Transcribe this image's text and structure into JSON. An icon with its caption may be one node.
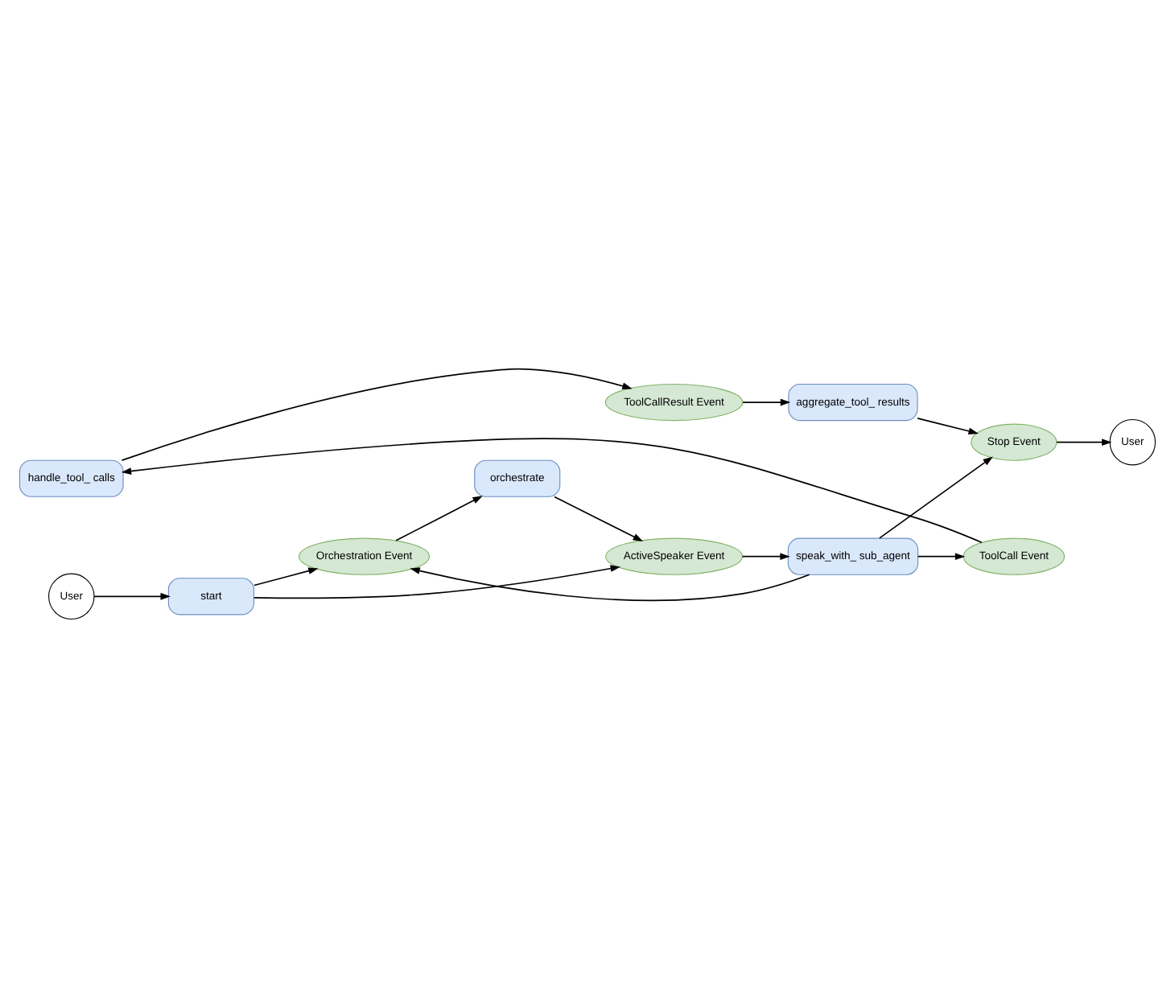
{
  "diagram": {
    "nodes": [
      {
        "text": [
          "Orchestration Event"
        ]
      },
      {
        "text": [
          "orchestrate"
        ]
      },
      {
        "text": [
          "User"
        ]
      },
      {
        "text": [
          "start"
        ]
      },
      {
        "text": [
          "ActiveSpeaker Event"
        ]
      },
      {
        "text": [
          "speak_with_ sub_agent"
        ]
      },
      {
        "text": [
          "ToolCallResult Event"
        ]
      },
      {
        "text": [
          "handle_tool_ calls"
        ]
      },
      {
        "text": [
          "ToolCall Event"
        ]
      },
      {
        "text": [
          "aggregate_tool_ results"
        ]
      },
      {
        "text": [
          "Stop Event"
        ]
      },
      {
        "text": [
          "User"
        ]
      }
    ],
    "edges": [
      {
        "from": 2,
        "to": 3,
        "arrow": "to"
      },
      {
        "from": 3,
        "to": 0,
        "arrow": "to"
      },
      {
        "from": 0,
        "to": 1,
        "arrow": "to"
      },
      {
        "from": 3,
        "to": 4,
        "arrow": "to"
      },
      {
        "from": 1,
        "to": 4,
        "arrow": "to"
      },
      {
        "from": 4,
        "to": 5,
        "arrow": "to"
      },
      {
        "from": 5,
        "to": 0,
        "arrow": "to"
      },
      {
        "from": 5,
        "to": 8,
        "arrow": "to"
      },
      {
        "from": 5,
        "to": 10,
        "arrow": "to"
      },
      {
        "from": 8,
        "to": 7,
        "arrow": "to"
      },
      {
        "from": 7,
        "to": 6,
        "arrow": "to"
      },
      {
        "from": 6,
        "to": 9,
        "arrow": "to"
      },
      {
        "from": 9,
        "to": 10,
        "arrow": "to"
      },
      {
        "from": 10,
        "to": 11,
        "arrow": "to"
      }
    ]
  }
}
